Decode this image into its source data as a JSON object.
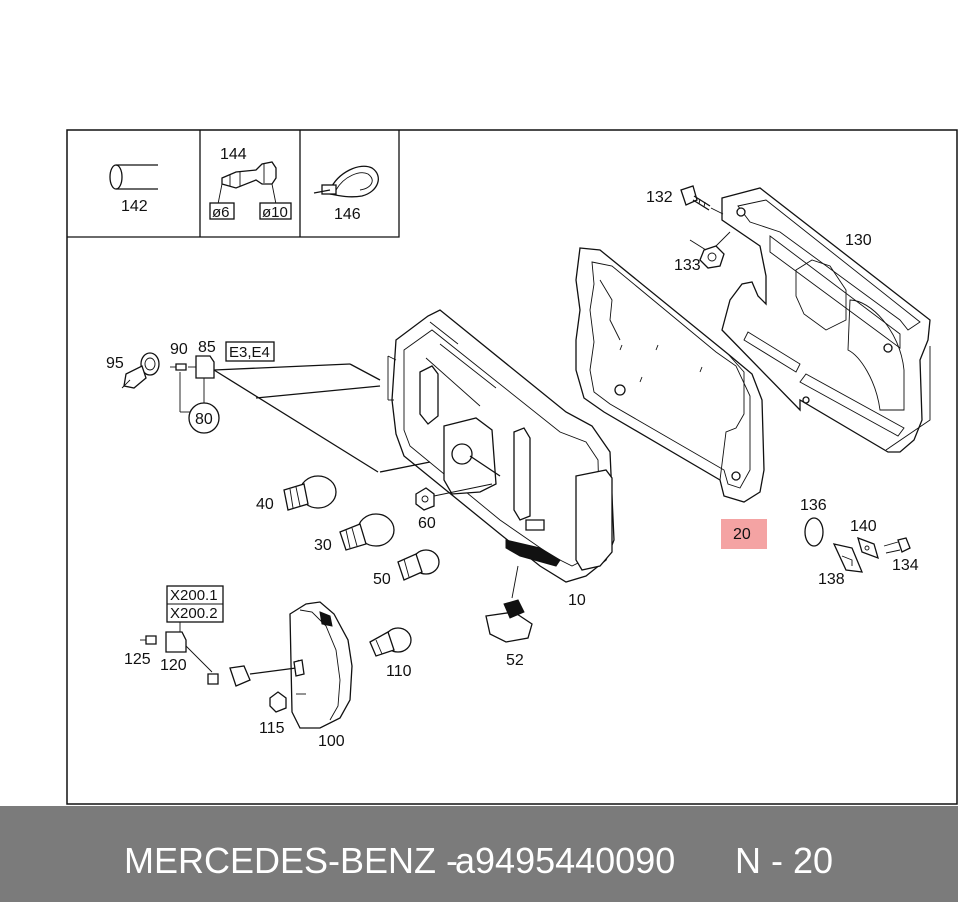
{
  "callouts": {
    "c142": "142",
    "c144": "144",
    "c146": "146",
    "d6": "ø6",
    "d10": "ø10",
    "c132": "132",
    "c130": "130",
    "c133": "133",
    "c95": "95",
    "c90": "90",
    "c85": "85",
    "e3e4": "E3,E4",
    "c80": "80",
    "c40": "40",
    "c60": "60",
    "c30": "30",
    "c50": "50",
    "c10": "10",
    "c20": "20",
    "c136": "136",
    "c140": "140",
    "c134": "134",
    "c138": "138",
    "x2001": "X200.1",
    "x2002": "X200.2",
    "c125": "125",
    "c120": "120",
    "c110": "110",
    "c52": "52",
    "c115": "115",
    "c100": "100"
  },
  "highlight_color": "#f4a3a3",
  "footer": {
    "brand": "MERCEDES-BENZ -",
    "part_number": "a9495440090",
    "page": "N - 20",
    "background": "#7b7b7b"
  }
}
